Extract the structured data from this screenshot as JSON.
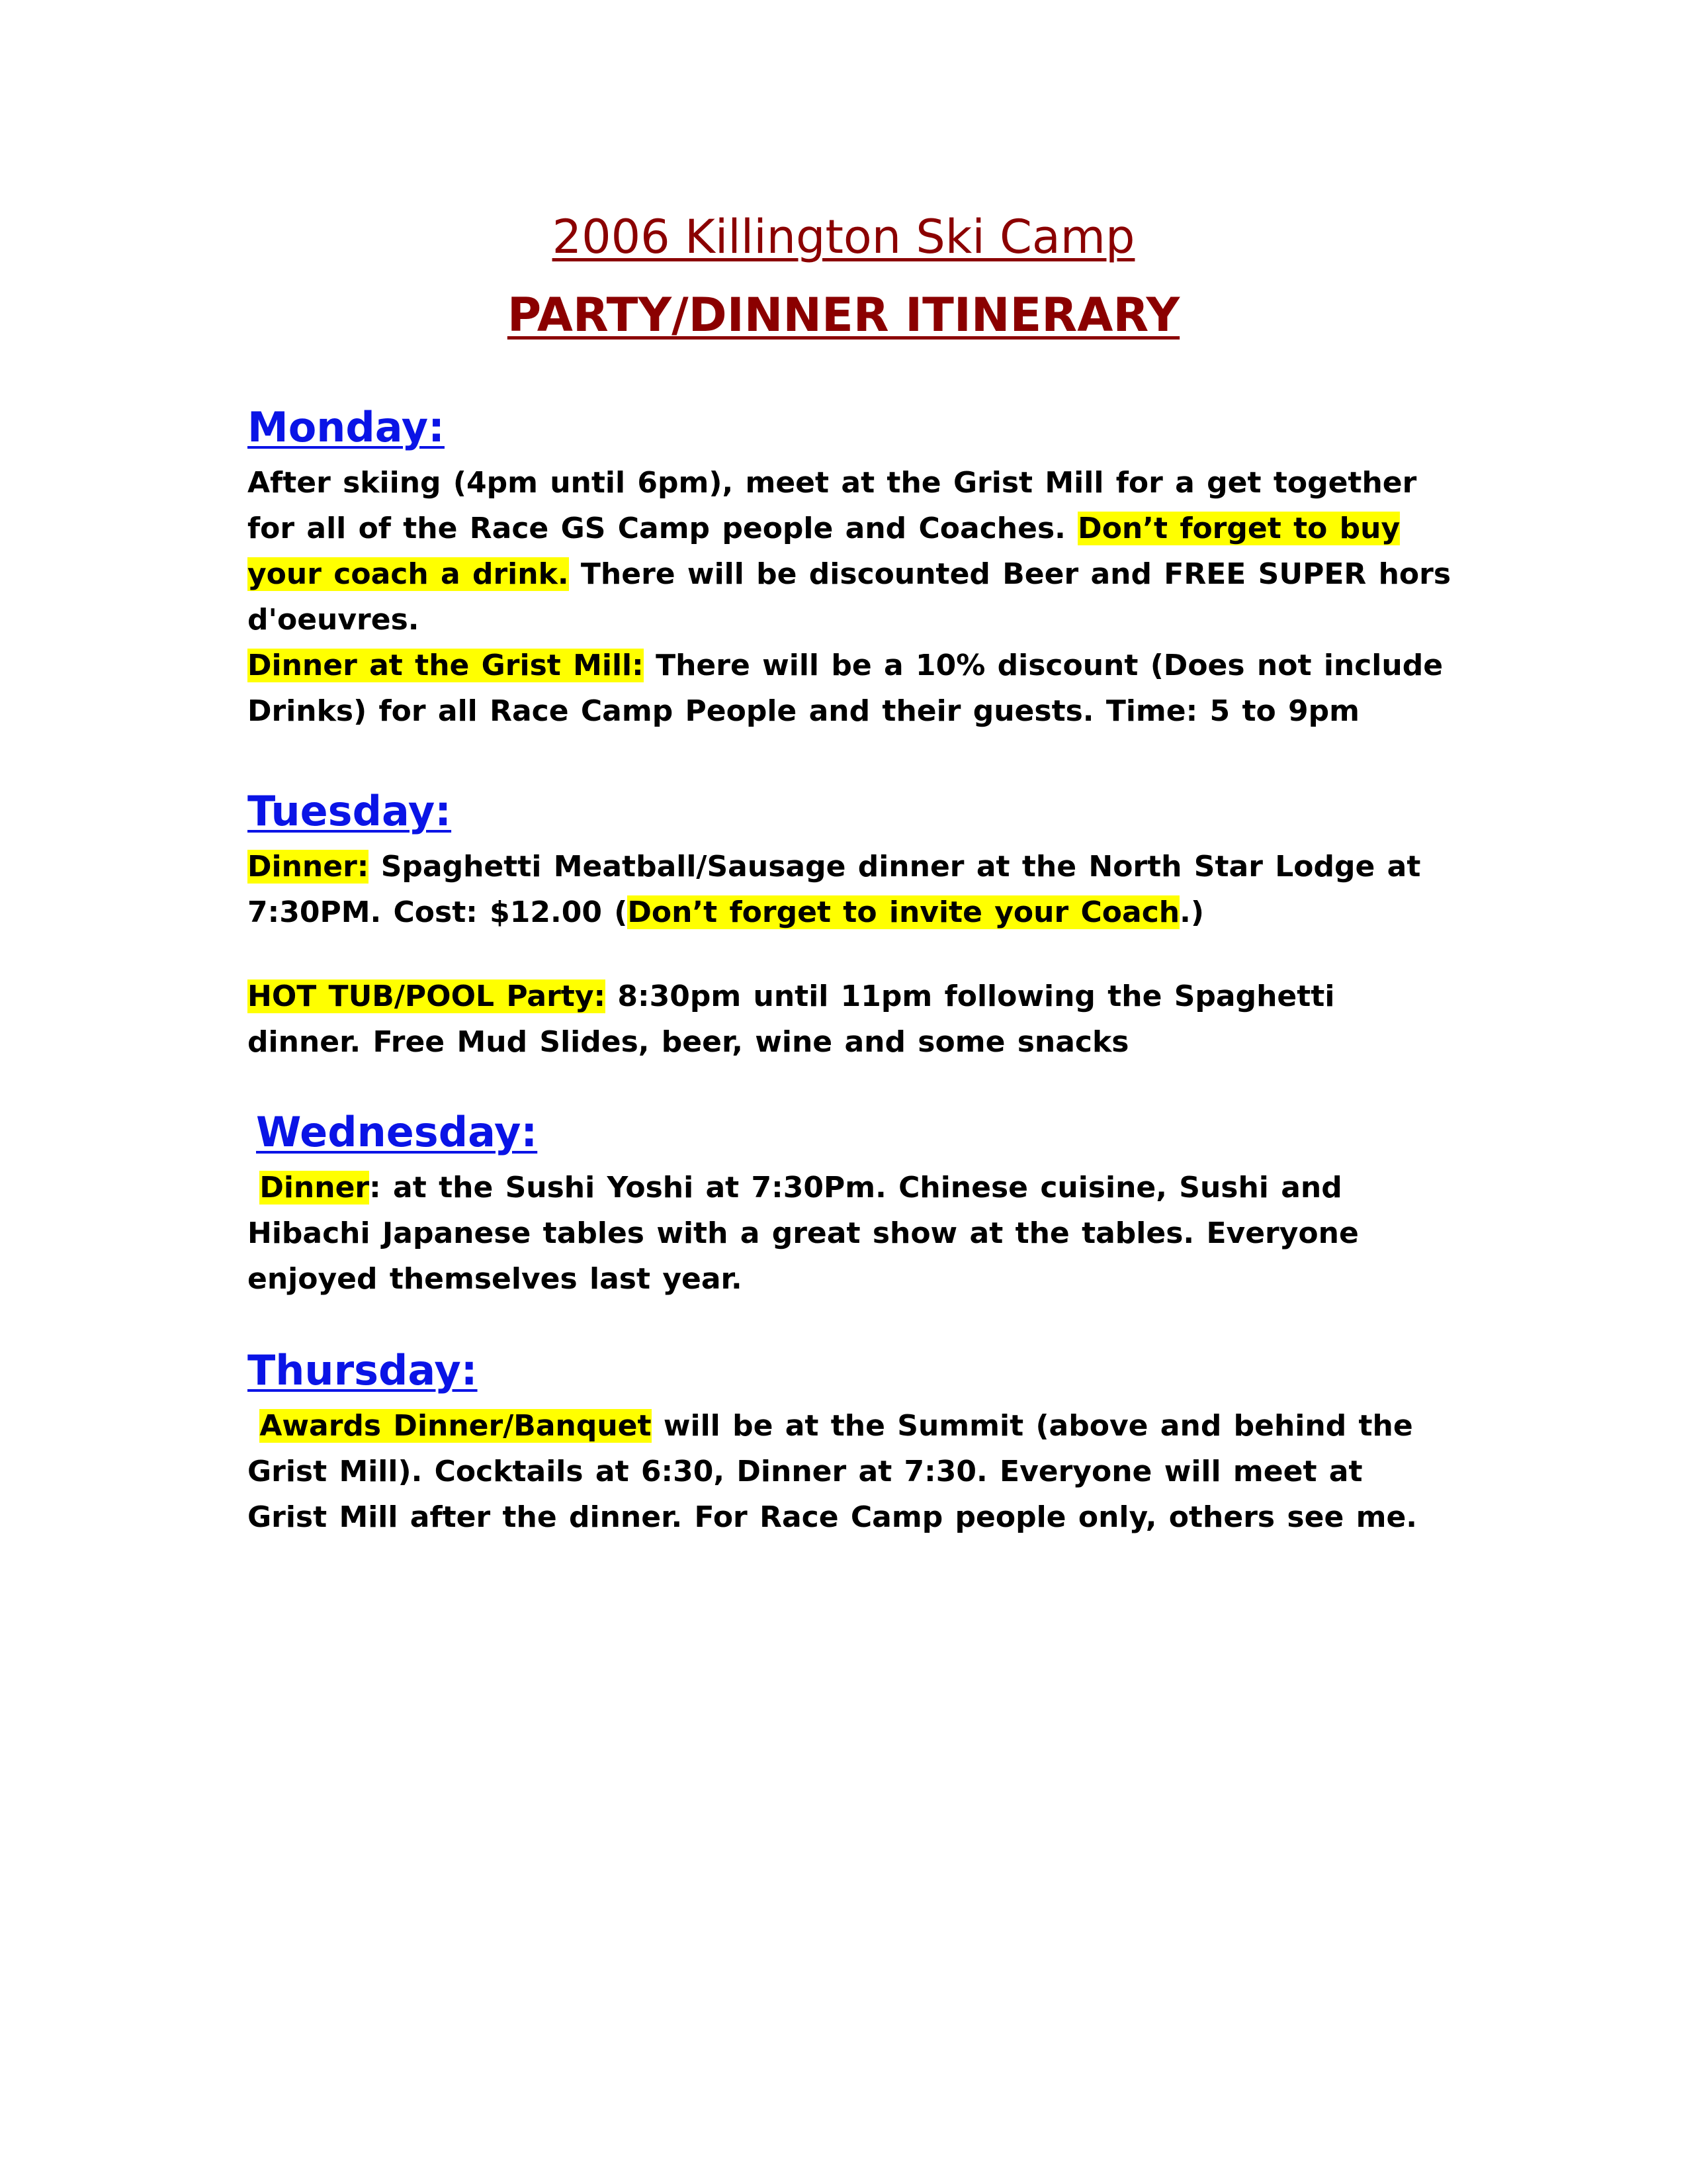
{
  "title": {
    "line1": "2006 Killington Ski Camp",
    "line2": "PARTY/DINNER ITINERARY"
  },
  "colors": {
    "title": "#8b0000",
    "day_heading": "#0a14e6",
    "highlight": "#ffff00",
    "body_text": "#000000"
  },
  "monday": {
    "heading": "Monday:",
    "p1": {
      "l1": "After skiing (4pm until 6pm), meet at the Grist Mill for a get together",
      "l2a": "for all of the Race GS Camp people and Coaches.  ",
      "l2hl": "Don’t forget to buy",
      "l3hl": "your coach a drink.",
      "l3b": " There will be discounted Beer and FREE SUPER hors",
      "l4": "d'oeuvres."
    },
    "p2": {
      "hl": "Dinner at the Grist Mill:",
      "l1b": "  There will be a 10% discount (Does not include",
      "l2": "Drinks) for all Race Camp People and their guests.   Time: 5 to 9pm"
    }
  },
  "tuesday": {
    "heading": "Tuesday:",
    "p1": {
      "hl": "Dinner:",
      "l1b": " Spaghetti Meatball/Sausage dinner at the North Star Lodge at",
      "l2a": "7:30PM. Cost: $12.00 (",
      "l2hl": "Don’t forget to invite your Coach",
      "l2c": ".)"
    },
    "p2": {
      "hl": "HOT TUB/POOL Party:",
      "l1b": " 8:30pm until 11pm following the Spaghetti",
      "l2": "dinner.  Free Mud Slides, beer, wine and some snacks"
    }
  },
  "wednesday": {
    "heading": "Wednesday:",
    "p1": {
      "hl": "Dinner",
      "l1b": ":  at the Sushi Yoshi at 7:30Pm.  Chinese cuisine, Sushi and",
      "l2": "Hibachi Japanese tables with a great show at the tables. Everyone",
      "l3": "enjoyed themselves last year."
    }
  },
  "thursday": {
    "heading": "Thursday:",
    "p1": {
      "hl": "Awards Dinner/Banquet",
      "l1b": " will be at the Summit (above and behind the",
      "l2": "Grist Mill). Cocktails at 6:30, Dinner at 7:30. Everyone will meet at",
      "l3": "Grist Mill after the dinner. For Race Camp people only, others see me."
    }
  }
}
